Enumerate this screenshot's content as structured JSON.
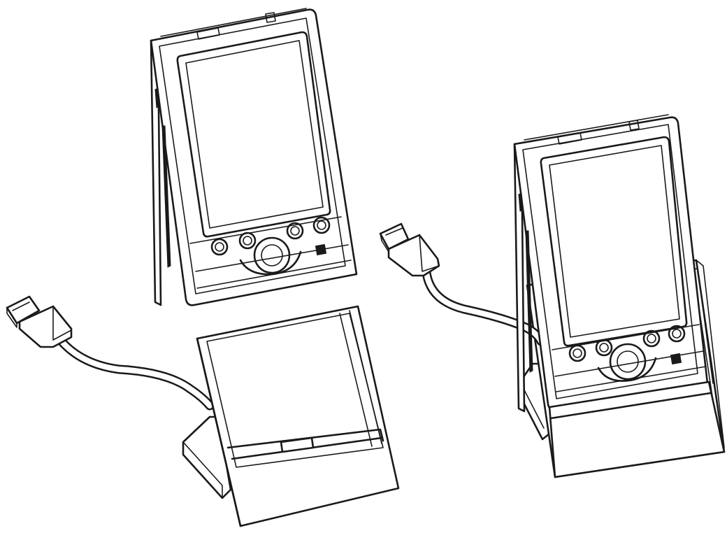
{
  "figure": {
    "background": "#ffffff",
    "line_color": "#1a1a1a",
    "panels": [
      {
        "name": "device-and-cradle-separated",
        "items": [
          "handheld-device",
          "docking-cradle",
          "usb-cable",
          "usb-plug"
        ]
      },
      {
        "name": "device-docked-in-cradle",
        "items": [
          "handheld-device",
          "docking-cradle",
          "usb-cable",
          "usb-plug"
        ]
      }
    ]
  }
}
